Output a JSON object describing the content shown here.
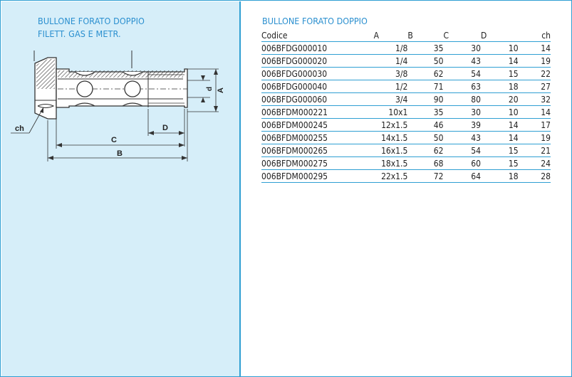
{
  "left_panel": {
    "title_line1": "BULLONE FORATO DOPPIO",
    "title_line2": "FILETT. GAS E METR.",
    "dimension_labels": {
      "ch": "ch",
      "C": "C",
      "B": "B",
      "D": "D",
      "A": "A",
      "d": "d"
    }
  },
  "table": {
    "title": "BULLONE FORATO DOPPIO",
    "columns": [
      "Codice",
      "A",
      "B",
      "C",
      "D",
      "ch"
    ],
    "rows": [
      [
        "006BFDG000010",
        "1/8",
        "35",
        "30",
        "10",
        "14"
      ],
      [
        "006BFDG000020",
        "1/4",
        "50",
        "43",
        "14",
        "19"
      ],
      [
        "006BFDG000030",
        "3/8",
        "62",
        "54",
        "15",
        "22"
      ],
      [
        "006BFDG000040",
        "1/2",
        "71",
        "63",
        "18",
        "27"
      ],
      [
        "006BFDG000060",
        "3/4",
        "90",
        "80",
        "20",
        "32"
      ],
      [
        "006BFDM000221",
        "10x1",
        "35",
        "30",
        "10",
        "14"
      ],
      [
        "006BFDM000245",
        "12x1.5",
        "46",
        "39",
        "14",
        "17"
      ],
      [
        "006BFDM000255",
        "14x1.5",
        "50",
        "43",
        "14",
        "19"
      ],
      [
        "006BFDM000265",
        "16x1.5",
        "62",
        "54",
        "15",
        "21"
      ],
      [
        "006BFDM000275",
        "18x1.5",
        "68",
        "60",
        "15",
        "24"
      ],
      [
        "006BFDM000295",
        "22x1.5",
        "72",
        "64",
        "18",
        "28"
      ]
    ]
  },
  "colors": {
    "accent": "#2a8fcf",
    "border": "#2f9fd3",
    "panel_bg": "#d6eef9"
  }
}
